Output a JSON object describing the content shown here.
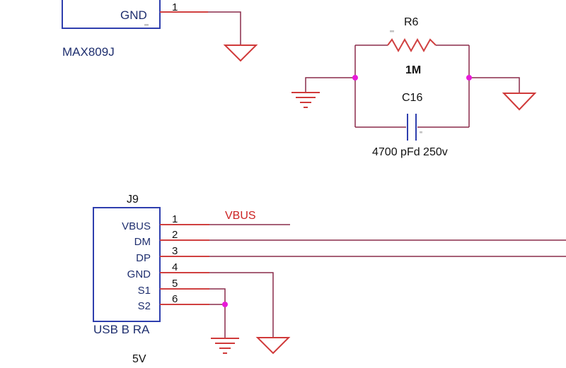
{
  "colors": {
    "wire": "#d04040",
    "net_stub": "#8a2b4a",
    "component": "#2f3fae",
    "junction": "#e81ad8",
    "ground": "#d03a3a",
    "text_blue": "#1f2f6f",
    "net_label": "#cc2222"
  },
  "max809": {
    "pin_name": "GND",
    "pin_number": "1",
    "part_name": "MAX809J"
  },
  "r6": {
    "refdes": "R6",
    "value": "1M"
  },
  "c16": {
    "refdes": "C16",
    "value": "4700 pFd 250v"
  },
  "j9": {
    "refdes": "J9",
    "part_name": "USB B RA",
    "net_label": "VBUS",
    "pins": [
      {
        "name": "VBUS",
        "number": "1"
      },
      {
        "name": "DM",
        "number": "2"
      },
      {
        "name": "DP",
        "number": "3"
      },
      {
        "name": "GND",
        "number": "4"
      },
      {
        "name": "S1",
        "number": "5"
      },
      {
        "name": "S2",
        "number": "6"
      }
    ]
  },
  "footer_label": "5V"
}
